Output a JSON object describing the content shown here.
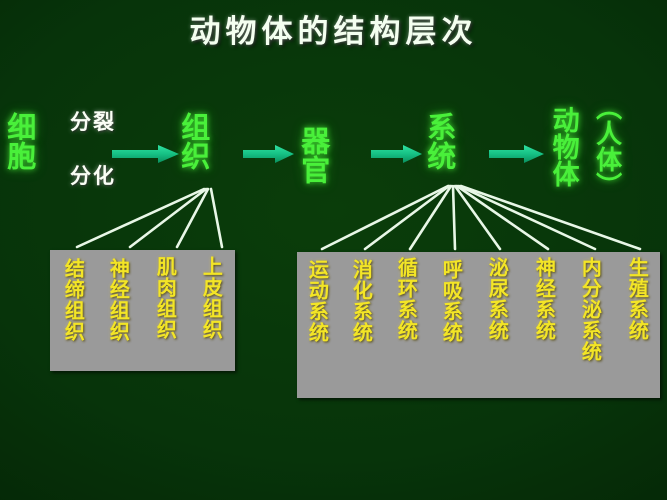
{
  "title": "动物体的结构层次",
  "colors": {
    "background": "#073409",
    "node_green": "#49f03a",
    "label_white": "#fbfff6",
    "arrow_teal": "#19c98a",
    "box_gray": "#9a9a9a",
    "item_yellow": "#f3e526",
    "fan_line": "#f2fff0"
  },
  "chain": {
    "cell": "细胞",
    "tissue": "组织",
    "organ": "器官",
    "system": "系统",
    "animal_body": "动物体",
    "human_body": "（人体）"
  },
  "arrow_labels": {
    "division": "分裂",
    "differentiation": "分化"
  },
  "tissue_box": {
    "items": [
      "结缔组织",
      "神经组织",
      "肌肉组织",
      "上皮组织"
    ]
  },
  "system_box": {
    "items": [
      "运动系统",
      "消化系统",
      "循环系统",
      "呼吸系统",
      "泌尿系统",
      "神经系统",
      "内分泌系统",
      "生殖系统"
    ]
  },
  "icons": {
    "arrow": "right-arrow-icon",
    "fan": "fan-connector-icon"
  }
}
